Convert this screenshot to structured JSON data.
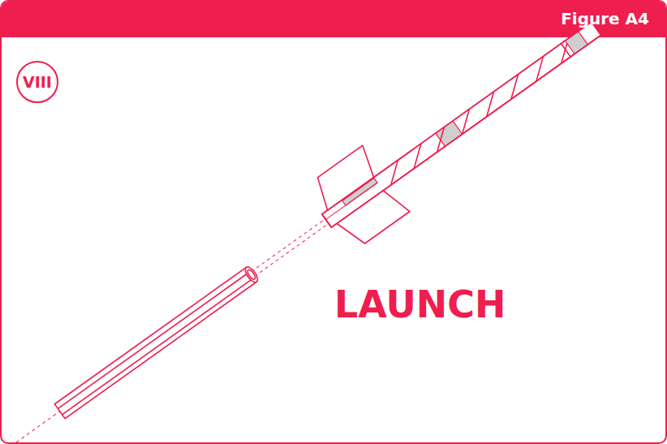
{
  "diagram": {
    "title": "Figure A4",
    "nodes": [
      {
        "text": [
          "VIII"
        ]
      }
    ],
    "labels": [
      "LAUNCH"
    ]
  }
}
